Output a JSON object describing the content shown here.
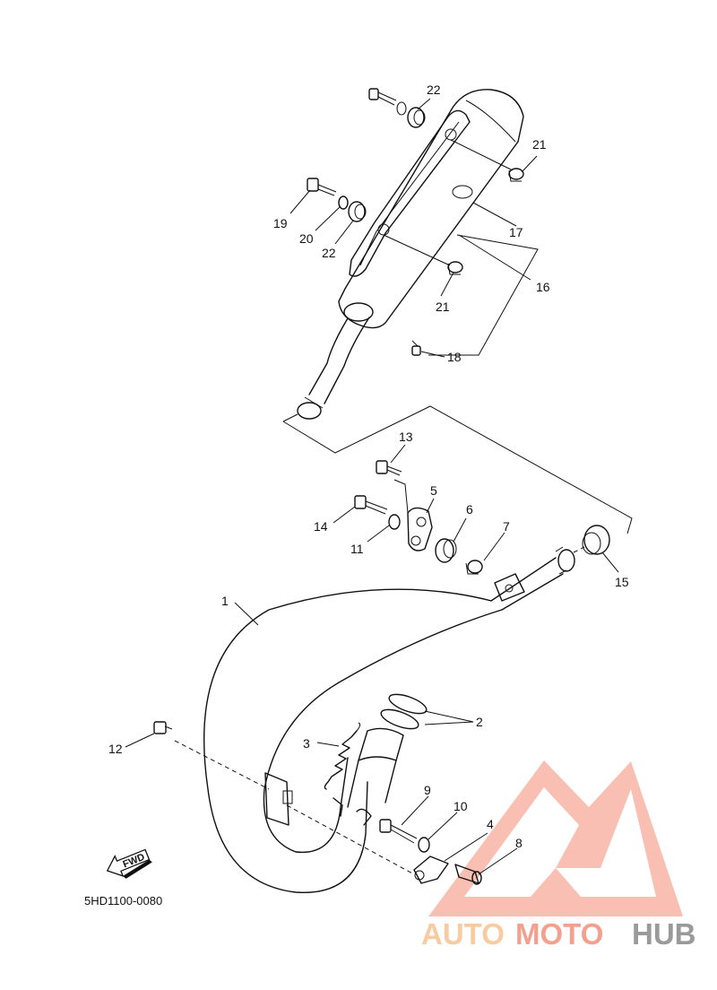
{
  "callouts": [
    {
      "id": "1",
      "label": "1"
    },
    {
      "id": "2",
      "label": "2"
    },
    {
      "id": "3",
      "label": "3"
    },
    {
      "id": "4",
      "label": "4"
    },
    {
      "id": "5",
      "label": "5"
    },
    {
      "id": "6",
      "label": "6"
    },
    {
      "id": "7",
      "label": "7"
    },
    {
      "id": "8",
      "label": "8"
    },
    {
      "id": "9",
      "label": "9"
    },
    {
      "id": "10",
      "label": "10"
    },
    {
      "id": "11",
      "label": "11"
    },
    {
      "id": "12",
      "label": "12"
    },
    {
      "id": "13",
      "label": "13"
    },
    {
      "id": "14",
      "label": "14"
    },
    {
      "id": "15",
      "label": "15"
    },
    {
      "id": "16",
      "label": "16"
    },
    {
      "id": "17",
      "label": "17"
    },
    {
      "id": "18",
      "label": "18"
    },
    {
      "id": "19",
      "label": "19"
    },
    {
      "id": "20",
      "label": "20"
    },
    {
      "id": "21a",
      "label": "21"
    },
    {
      "id": "21b",
      "label": "21"
    },
    {
      "id": "22a",
      "label": "22"
    },
    {
      "id": "22b",
      "label": "22"
    }
  ],
  "diagram_code": "5HD1100-0080",
  "fwd_label": "FWD",
  "watermark": {
    "part1": "AUTO",
    "part2": "MOTO",
    "part3": "HUB",
    "color_primary": "#f5a08f",
    "color_secondary": "#f8cba0",
    "color_dark": "#9a9a9a"
  }
}
